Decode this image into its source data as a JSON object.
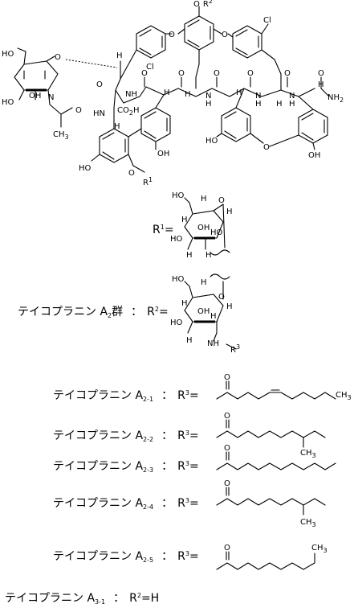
{
  "atoms": {
    "ho": "HO",
    "oh": "OH",
    "o": "O",
    "h": "H",
    "n": "N",
    "nh": "NH",
    "hn": "HN",
    "cl": "Cl",
    "nh2": "NH",
    "two": "2",
    "co2h": "CO",
    "co2h_tail": "H",
    "ch3": "CH",
    "three": "3",
    "r1": "R",
    "sup1": "1",
    "r2": "R",
    "sup2": "2"
  },
  "r1_definition": {
    "symbol": "R",
    "sup": "1",
    "equals": "="
  },
  "groups": [
    {
      "name": "テイコプラニン A",
      "sub": "2",
      "suffix": "群",
      "sep": "：",
      "r": "R",
      "rsup": "2",
      "eq": "="
    },
    {
      "name": "テイコプラニン A",
      "sub": "2-1",
      "sep": "：",
      "r": "R",
      "rsup": "3",
      "eq": "=",
      "tail": "CH",
      "tail_sub": "3"
    },
    {
      "name": "テイコプラニン A",
      "sub": "2-2",
      "sep": "：",
      "r": "R",
      "rsup": "3",
      "eq": "=",
      "tail": "CH",
      "tail_sub": "3"
    },
    {
      "name": "テイコプラニン A",
      "sub": "2-3",
      "sep": "：",
      "r": "R",
      "rsup": "3",
      "eq": "="
    },
    {
      "name": "テイコプラニン A",
      "sub": "2-4",
      "sep": "：",
      "r": "R",
      "rsup": "3",
      "eq": "=",
      "tail": "CH",
      "tail_sub": "3"
    },
    {
      "name": "テイコプラニン A",
      "sub": "2-5",
      "sep": "：",
      "r": "R",
      "rsup": "3",
      "eq": "=",
      "tail": "CH",
      "tail_sub": "3"
    },
    {
      "name": "テイコプラニン A",
      "sub": "3-1",
      "sep": "：",
      "r": "R",
      "rsup": "2",
      "eq": "=H"
    }
  ],
  "nh_r3": {
    "nh": "NH",
    "r": "R",
    "sup": "3"
  }
}
